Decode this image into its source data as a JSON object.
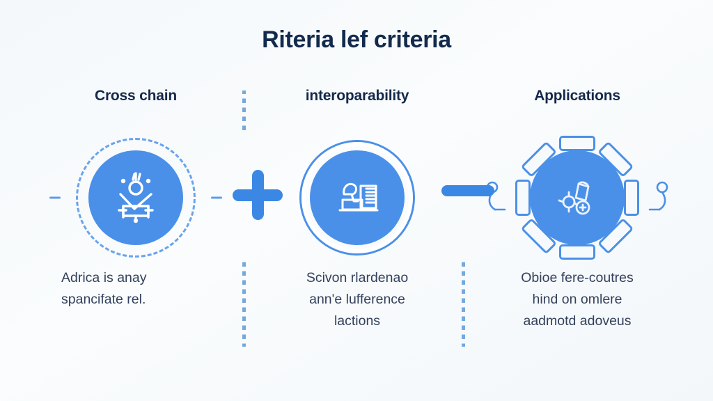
{
  "page": {
    "title": "Riteria lef criteria",
    "background_color": "#f7fafc",
    "accent_color": "#4a90e8",
    "heading_color": "#132a4d",
    "body_text_color": "#33415c"
  },
  "columns": [
    {
      "heading": "Cross chain",
      "icon": "chain-figure-icon",
      "ring_style": "dashed-ring",
      "body_lines": [
        "Adrica is anay",
        "spancifate rel."
      ]
    },
    {
      "heading": "interoparability",
      "icon": "server-buildings-icon",
      "ring_style": "solid-double-ring",
      "body_lines": [
        "Scivon rlardenao",
        "ann'e lufference",
        "lactions"
      ]
    },
    {
      "heading": "Applications",
      "icon": "network-nodes-icon",
      "ring_style": "segmented-gear-ring",
      "body_lines": [
        "Obioe fere-coutres",
        "hind on omlere",
        "aadmotd adoveus"
      ]
    }
  ],
  "connectors": [
    {
      "symbol": "+",
      "name": "plus-connector"
    },
    {
      "symbol": "—",
      "name": "minus-connector"
    }
  ],
  "dividers": [
    {
      "name": "divider-top-left"
    },
    {
      "name": "divider-bottom-left"
    },
    {
      "name": "divider-bottom-right"
    }
  ]
}
